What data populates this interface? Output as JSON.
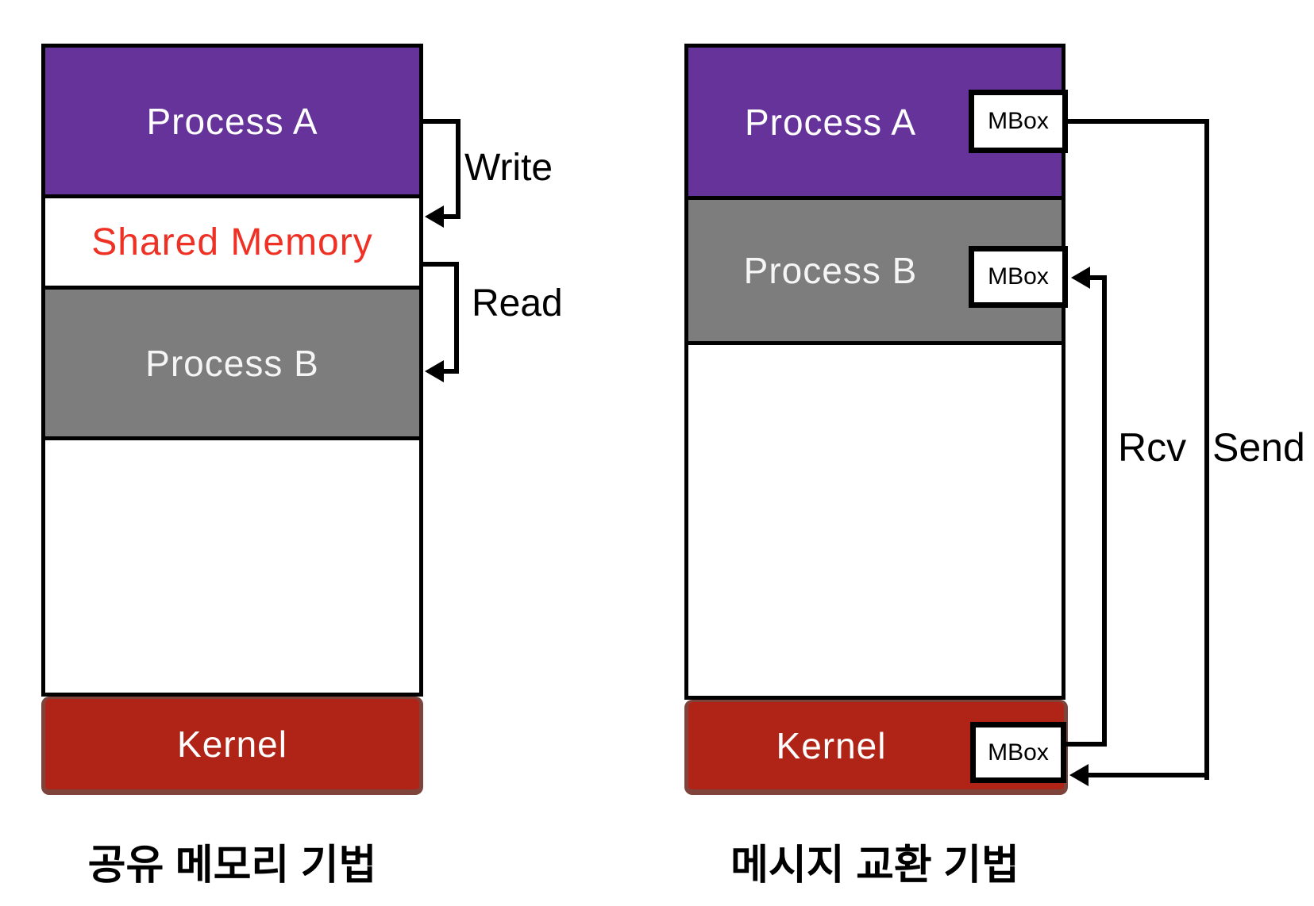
{
  "left_diagram": {
    "caption": "공유 메모리 기법",
    "process_a_label": "Process A",
    "shared_memory_label": "Shared Memory",
    "process_b_label": "Process B",
    "kernel_label": "Kernel",
    "write_label": "Write",
    "read_label": "Read"
  },
  "right_diagram": {
    "caption": "메시지 교환 기법",
    "process_a_label": "Process A",
    "process_b_label": "Process B",
    "kernel_label": "Kernel",
    "mbox_a_label": "MBox",
    "mbox_b_label": "MBox",
    "mbox_kernel_label": "MBox",
    "rcv_label": "Rcv",
    "send_label": "Send"
  },
  "colors": {
    "process_a": "#66339B",
    "process_b": "#7D7D7D",
    "kernel": "#B02418",
    "kernel_border": "#7E443C",
    "shared_memory_text": "#EE3124",
    "box_border": "#000000",
    "arrow": "#000000",
    "background": "#FFFFFF"
  }
}
